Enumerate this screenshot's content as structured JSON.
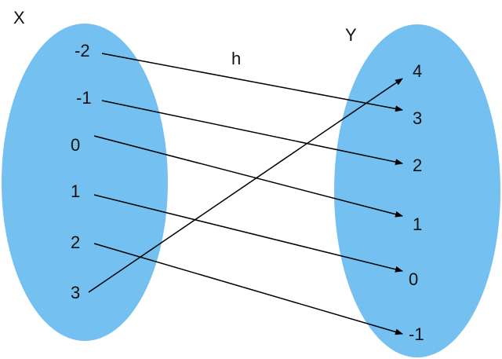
{
  "domain_label": "X",
  "codomain_label": "Y",
  "function_label": "h",
  "domain": [
    "-2",
    "-1",
    "0",
    "1",
    "2",
    "3"
  ],
  "codomain": [
    "4",
    "3",
    "2",
    "1",
    "0",
    "-1"
  ],
  "mapping": [
    {
      "from": "-2",
      "to": "3"
    },
    {
      "from": "-1",
      "to": "2"
    },
    {
      "from": "0",
      "to": "1"
    },
    {
      "from": "1",
      "to": "0"
    },
    {
      "from": "2",
      "to": "-1"
    },
    {
      "from": "3",
      "to": "4"
    }
  ],
  "colors": {
    "set_fill": "#74c0f0",
    "arrow": "#000000"
  }
}
